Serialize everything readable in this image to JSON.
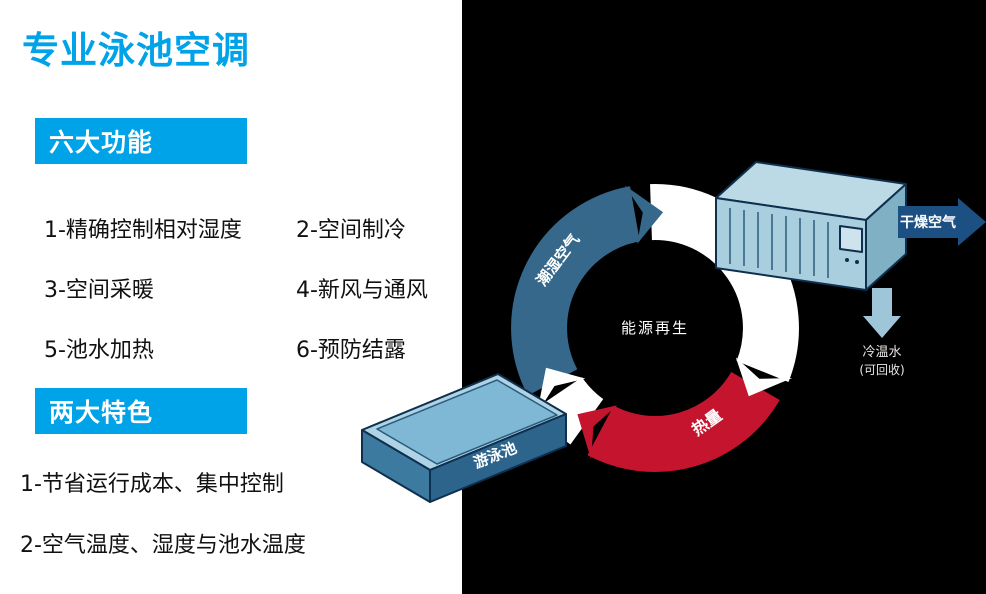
{
  "title": "专业泳池空调",
  "functions": {
    "heading": "六大功能",
    "items": [
      "1-精确控制相对湿度",
      "2-空间制冷",
      "3-空间采暖",
      "4-新风与通风",
      "5-池水加热",
      "6-预防结露"
    ]
  },
  "features": {
    "heading": "两大特色",
    "items": [
      "1-节省运行成本、集中控制",
      "2-空气温度、湿度与池水温度"
    ]
  },
  "diagram": {
    "center_label": "能源再生",
    "ring": {
      "humid_air": "潮湿空气",
      "heat": "热量"
    },
    "pool_label": "游泳池",
    "dry_air_label": "干燥空气",
    "cold_water_line1": "冷温水",
    "cold_water_line2": "(可回收)"
  },
  "colors": {
    "accent_blue": "#00a2e8",
    "ring_dark_blue": "#35688a",
    "ring_red": "#c5142e",
    "unit_light_blue": "#a9cede",
    "panel_black": "#000000"
  }
}
